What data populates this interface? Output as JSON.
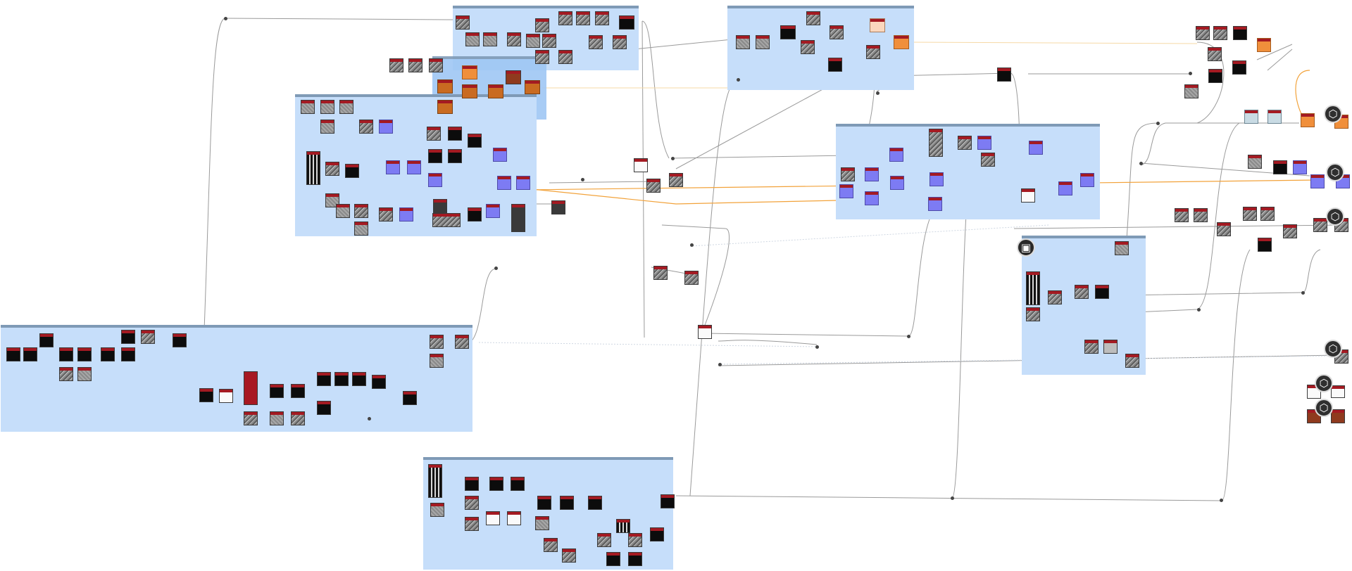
{
  "app": {
    "view": "node-graph-editor"
  },
  "colors": {
    "canvas_background": "#ffffff",
    "frame_fill": "#c6defa",
    "frame_header": "#7f9ab6",
    "node_header_red": "#a41a22",
    "wire_gray": "#9a9a9a",
    "wire_orange": "#f2a23a",
    "node_purple": "#7d7bf3",
    "node_orange": "#f08f3b"
  },
  "icons": {
    "output_badge": "cube-icon",
    "preview_badge": "checker-icon"
  },
  "frames": [
    {
      "id": "frame-1"
    },
    {
      "id": "frame-2"
    },
    {
      "id": "frame-3"
    },
    {
      "id": "frame-4"
    },
    {
      "id": "frame-5"
    },
    {
      "id": "frame-6"
    },
    {
      "id": "frame-7"
    },
    {
      "id": "frame-8"
    }
  ],
  "outputs": [
    {
      "id": "output-1",
      "icon": "cube-icon"
    },
    {
      "id": "output-2",
      "icon": "cube-icon"
    },
    {
      "id": "output-3",
      "icon": "cube-icon"
    },
    {
      "id": "output-4",
      "icon": "cube-icon"
    },
    {
      "id": "output-5",
      "icon": "cube-icon"
    },
    {
      "id": "output-6",
      "icon": "cube-icon"
    }
  ]
}
